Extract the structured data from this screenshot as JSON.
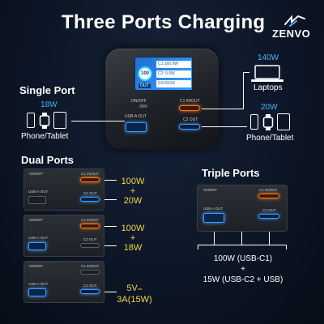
{
  "header": {
    "title": "Three Ports Charging",
    "brand": "ZENVO"
  },
  "charger": {
    "screen_percent": "100 %",
    "screen_out": "OUT",
    "screen_rows": [
      "C1:160.0W",
      "C2:  0.0W",
      "0:0:59:59"
    ],
    "on_off": "ON/OFF",
    "c1_label": "C1 IN/OUT",
    "c2_label": "C2 OUT",
    "usba_label": "USB-A OUT"
  },
  "single_port": {
    "title": "Single Port",
    "left_watt": "18W",
    "left_device": "Phone/Tablet",
    "right_top_watt": "140W",
    "right_top_device": "Laptops",
    "right_bottom_watt": "20W",
    "right_bottom_device": "Phone/Tablet"
  },
  "dual_ports": {
    "title": "Dual Ports",
    "panels": [
      {
        "line1": "100W",
        "line2": "+",
        "line3": "20W"
      },
      {
        "line1": "100W",
        "line2": "+",
        "line3": "18W"
      },
      {
        "line1": "5V",
        "line1_sub": "==",
        "line3": "3A(15W)"
      }
    ]
  },
  "triple_ports": {
    "title": "Triple Ports",
    "line1": "100W (USB-C1)",
    "line2": "+",
    "line3": "15W (USB-C2 + USB)"
  },
  "mini_panel_labels": {
    "on_off": "ON/OFF",
    "c1": "C1 IN/OUT",
    "c2": "C2 OUT",
    "usba": "USB-A OUT"
  },
  "colors": {
    "accent_cyan": "#3fb6ff",
    "yellow": "#f5d742",
    "port_orange": "#ff7a1a",
    "port_blue": "#3a9cff"
  },
  "icons": [
    "zenvo-logo-icon",
    "phone-icon",
    "watch-icon",
    "tablet-icon",
    "laptop-icon"
  ]
}
